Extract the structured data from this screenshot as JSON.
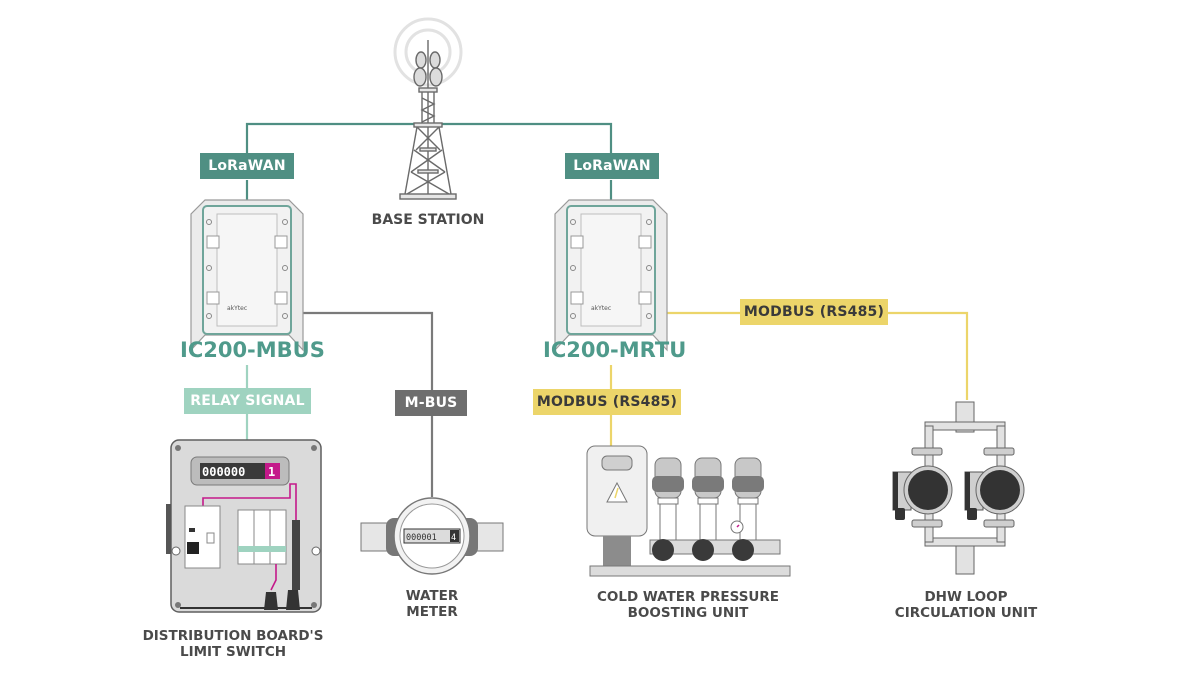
{
  "base_station": {
    "label": "BASE STATION"
  },
  "links": {
    "lorawan_left": "LoRaWAN",
    "lorawan_right": "LoRaWAN",
    "relay_signal": "RELAY SIGNAL",
    "mbus": "M-BUS",
    "modbus_down": "MODBUS (RS485)",
    "modbus_right": "MODBUS (RS485)"
  },
  "devices": {
    "left": {
      "name": "IC200-MBUS",
      "brand": "akYtec"
    },
    "right": {
      "name": "IC200-MRTU",
      "brand": "akYtec"
    }
  },
  "endpoints": {
    "distribution_board": {
      "line1": "DISTRIBUTION BOARD'S",
      "line2": "LIMIT SWITCH",
      "counter_digits": "000000",
      "counter_last": "1"
    },
    "water_meter": {
      "line1": "WATER",
      "line2": "METER",
      "counter_digits": "000001",
      "counter_last": "4"
    },
    "pressure_unit": {
      "line1": "COLD WATER PRESSURE",
      "line2": "BOOSTING UNIT"
    },
    "dhw_unit": {
      "line1": "DHW LOOP",
      "line2": "CIRCULATION UNIT"
    }
  },
  "colors": {
    "lorawan": "#4f8f83",
    "relay": "#9fd3c0",
    "mbus": "#6e6e6e",
    "modbus": "#ecd56a",
    "device_name": "#4f9a8b",
    "counter_highlight": "#c4198a"
  }
}
